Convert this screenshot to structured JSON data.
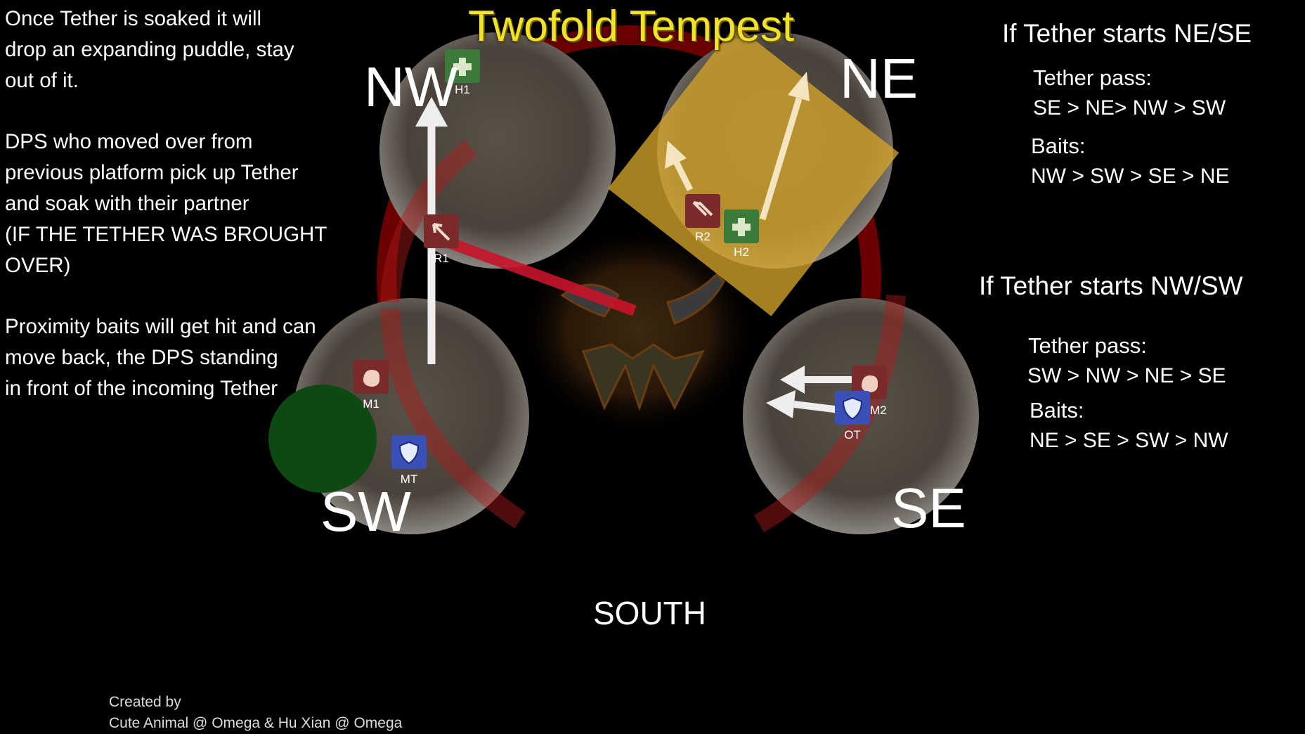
{
  "title": "Twofold Tempest",
  "left_notes": {
    "p1": "Once Tether is soaked it will\ndrop an expanding puddle, stay\nout of it.",
    "p2": "DPS who moved over from\nprevious platform pick up Tether\nand soak with their partner\n(IF THE TETHER WAS BROUGHT\nOVER)",
    "p3": "Proximity baits will get hit and can\nmove back, the DPS standing\nin front of the incoming Tether"
  },
  "right_notes": {
    "ne_se": {
      "heading": "If Tether starts NE/SE",
      "tether_label": "Tether pass:",
      "tether_order": "SE > NE> NW > SW",
      "baits_label": "Baits:",
      "baits_order": "NW > SW > SE > NE"
    },
    "nw_sw": {
      "heading": "If Tether starts NW/SW",
      "tether_label": "Tether pass:",
      "tether_order": "SW > NW > NE > SE",
      "baits_label": "Baits:",
      "baits_order": "NE > SE > SW > NW"
    }
  },
  "compass": {
    "nw": "NW",
    "ne": "NE",
    "sw": "SW",
    "se": "SE",
    "south": "SOUTH"
  },
  "credits": {
    "line1": "Created by",
    "line2": "Cute Animal @ Omega & Hu Xian @ Omega"
  },
  "players": {
    "h1": {
      "label": "H1",
      "role": "healer",
      "icon": "healer-cross-icon"
    },
    "h2": {
      "label": "H2",
      "role": "healer",
      "icon": "healer-cross-icon"
    },
    "r1": {
      "label": "R1",
      "role": "ranged",
      "icon": "ranged-arrow-icon"
    },
    "r2": {
      "label": "R2",
      "role": "ranged",
      "icon": "ranged-arrows-icon"
    },
    "m1": {
      "label": "M1",
      "role": "melee",
      "icon": "melee-fist-icon"
    },
    "m2": {
      "label": "M2",
      "role": "melee",
      "icon": "melee-fist-icon"
    },
    "mt": {
      "label": "MT",
      "role": "tank",
      "icon": "tank-shield-icon"
    },
    "ot": {
      "label": "OT",
      "role": "tank",
      "icon": "tank-shield-icon"
    }
  },
  "colors": {
    "title": "#f3e328",
    "healer": "#3c7a3c",
    "dps": "#7a2a2a",
    "tank": "#3a4fb8",
    "puddle_square": "#d4a42a",
    "safe_circle": "#0d4a12",
    "tether_line": "#c8142a",
    "arena_ring": "#6b0000"
  }
}
